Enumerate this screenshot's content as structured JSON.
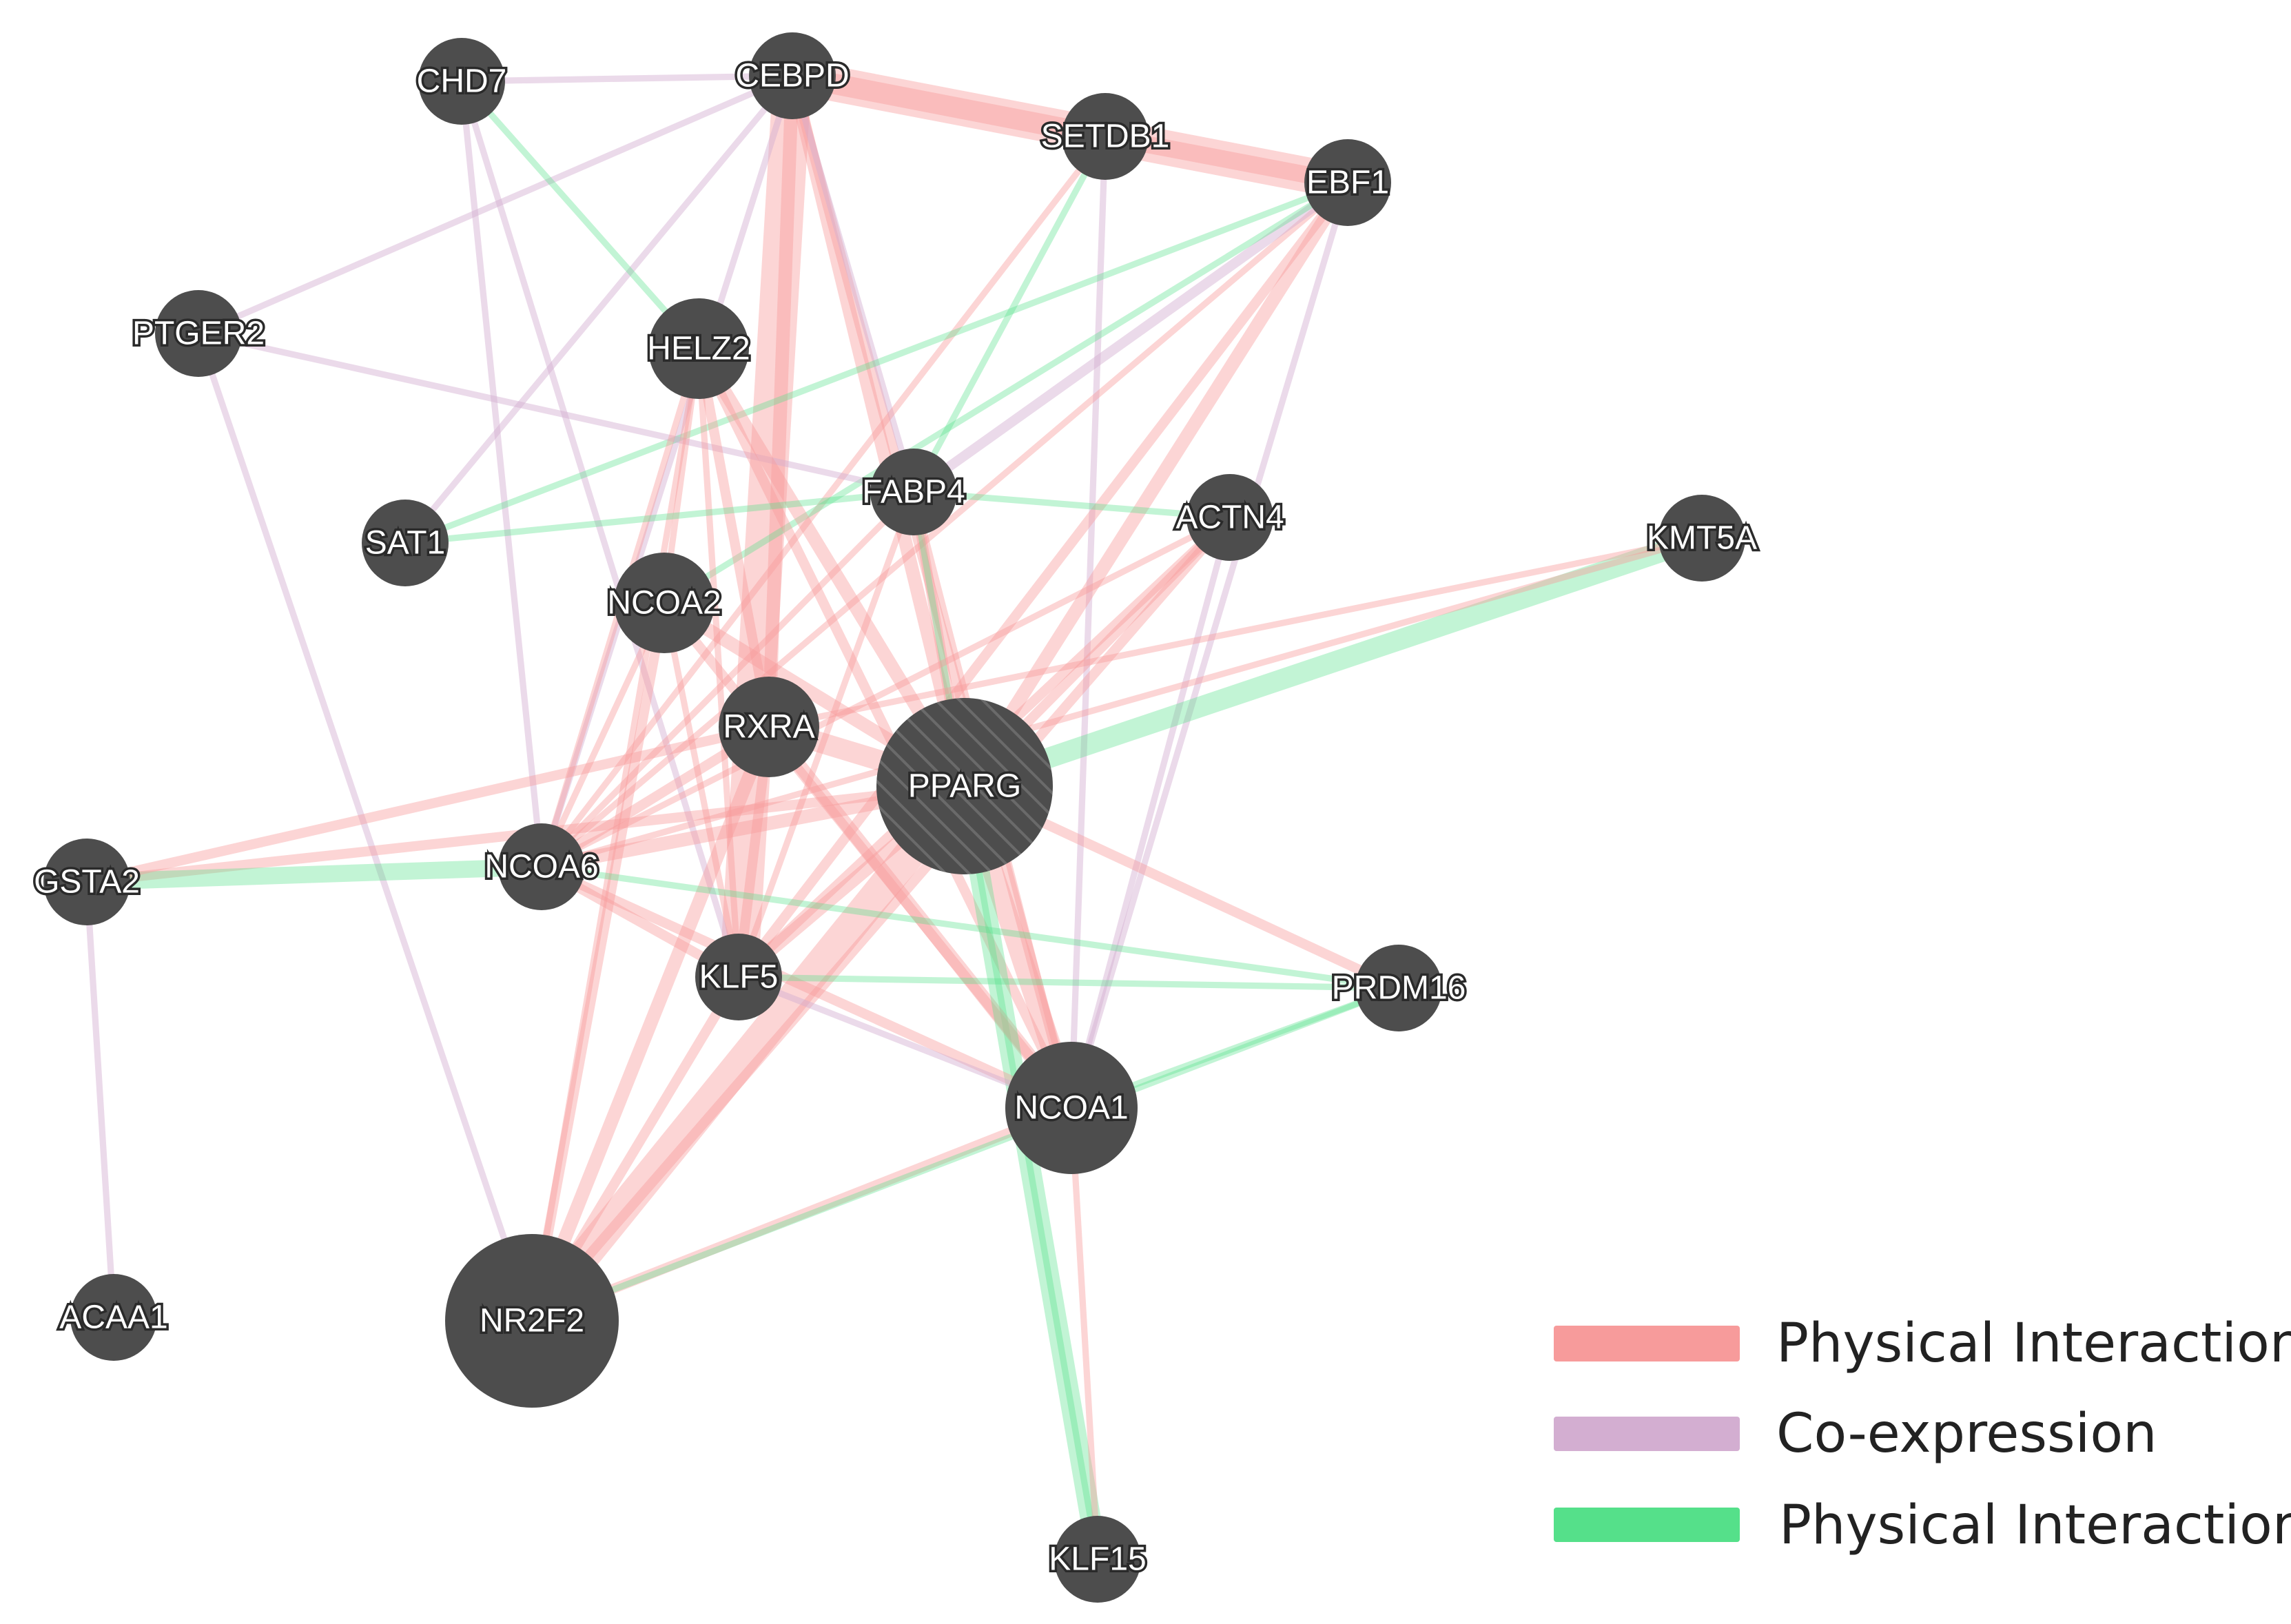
{
  "colors": {
    "physical": "#f79b9b",
    "coexpression": "#d3aed1",
    "genetic": "#55e08a",
    "node": "#4d4d4d",
    "query_hatch": "#6a6a6a"
  },
  "nodes": [
    {
      "id": "CHD7",
      "label": "CHD7",
      "size": "small"
    },
    {
      "id": "CEBPD",
      "label": "CEBPD",
      "size": "small"
    },
    {
      "id": "SETDB1",
      "label": "SETDB1",
      "size": "small"
    },
    {
      "id": "EBF1",
      "label": "EBF1",
      "size": "small"
    },
    {
      "id": "PTGER2",
      "label": "PTGER2",
      "size": "small"
    },
    {
      "id": "HELZ2",
      "label": "HELZ2",
      "size": "medium"
    },
    {
      "id": "SAT1",
      "label": "SAT1",
      "size": "small"
    },
    {
      "id": "FABP4",
      "label": "FABP4",
      "size": "small"
    },
    {
      "id": "ACTN4",
      "label": "ACTN4",
      "size": "small"
    },
    {
      "id": "KMT5A",
      "label": "KMT5A",
      "size": "small"
    },
    {
      "id": "NCOA2",
      "label": "NCOA2",
      "size": "medium"
    },
    {
      "id": "RXRA",
      "label": "RXRA",
      "size": "medium"
    },
    {
      "id": "PPARG",
      "label": "PPARG",
      "size": "query"
    },
    {
      "id": "GSTA2",
      "label": "GSTA2",
      "size": "small"
    },
    {
      "id": "NCOA6",
      "label": "NCOA6",
      "size": "small"
    },
    {
      "id": "KLF5",
      "label": "KLF5",
      "size": "small"
    },
    {
      "id": "PRDM16",
      "label": "PRDM16",
      "size": "small"
    },
    {
      "id": "NCOA1",
      "label": "NCOA1",
      "size": "large"
    },
    {
      "id": "ACAA1",
      "label": "ACAA1",
      "size": "small"
    },
    {
      "id": "NR2F2",
      "label": "NR2F2",
      "size": "xlarge"
    },
    {
      "id": "KLF15",
      "label": "KLF15",
      "size": "small"
    }
  ],
  "edges": [
    {
      "source": "CEBPD",
      "target": "EBF1",
      "type": "physical",
      "weight": 9
    },
    {
      "source": "CEBPD",
      "target": "SETDB1",
      "type": "physical",
      "weight": 5
    },
    {
      "source": "SETDB1",
      "target": "EBF1",
      "type": "physical",
      "weight": 4
    },
    {
      "source": "CEBPD",
      "target": "KLF5",
      "type": "physical",
      "weight": 10
    },
    {
      "source": "CEBPD",
      "target": "RXRA",
      "type": "physical",
      "weight": 3
    },
    {
      "source": "CEBPD",
      "target": "PPARG",
      "type": "physical",
      "weight": 3
    },
    {
      "source": "CEBPD",
      "target": "NCOA1",
      "type": "physical",
      "weight": 2
    },
    {
      "source": "CEBPD",
      "target": "FABP4",
      "type": "coexpression",
      "weight": 1
    },
    {
      "source": "CEBPD",
      "target": "CHD7",
      "type": "coexpression",
      "weight": 1
    },
    {
      "source": "CEBPD",
      "target": "PTGER2",
      "type": "coexpression",
      "weight": 1
    },
    {
      "source": "CEBPD",
      "target": "SAT1",
      "type": "coexpression",
      "weight": 1
    },
    {
      "source": "CEBPD",
      "target": "NCOA6",
      "type": "coexpression",
      "weight": 1
    },
    {
      "source": "CHD7",
      "target": "NCOA6",
      "type": "coexpression",
      "weight": 1
    },
    {
      "source": "CHD7",
      "target": "HELZ2",
      "type": "genetic",
      "weight": 1
    },
    {
      "source": "CHD7",
      "target": "KLF5",
      "type": "coexpression",
      "weight": 1
    },
    {
      "source": "SETDB1",
      "target": "NCOA6",
      "type": "physical",
      "weight": 1
    },
    {
      "source": "SETDB1",
      "target": "FABP4",
      "type": "genetic",
      "weight": 1
    },
    {
      "source": "SETDB1",
      "target": "NCOA1",
      "type": "coexpression",
      "weight": 1
    },
    {
      "source": "EBF1",
      "target": "PPARG",
      "type": "physical",
      "weight": 3
    },
    {
      "source": "EBF1",
      "target": "KLF5",
      "type": "physical",
      "weight": 2
    },
    {
      "source": "EBF1",
      "target": "NCOA6",
      "type": "physical",
      "weight": 1
    },
    {
      "source": "EBF1",
      "target": "FABP4",
      "type": "coexpression",
      "weight": 2
    },
    {
      "source": "EBF1",
      "target": "NCOA1",
      "type": "coexpression",
      "weight": 1
    },
    {
      "source": "EBF1",
      "target": "SAT1",
      "type": "genetic",
      "weight": 1
    },
    {
      "source": "EBF1",
      "target": "NCOA2",
      "type": "genetic",
      "weight": 1
    },
    {
      "source": "PTGER2",
      "target": "NR2F2",
      "type": "coexpression",
      "weight": 1
    },
    {
      "source": "PTGER2",
      "target": "FABP4",
      "type": "coexpression",
      "weight": 1
    },
    {
      "source": "HELZ2",
      "target": "PPARG",
      "type": "physical",
      "weight": 3
    },
    {
      "source": "HELZ2",
      "target": "NCOA1",
      "type": "physical",
      "weight": 2
    },
    {
      "source": "HELZ2",
      "target": "RXRA",
      "type": "physical",
      "weight": 2
    },
    {
      "source": "HELZ2",
      "target": "NCOA6",
      "type": "physical",
      "weight": 1
    },
    {
      "source": "HELZ2",
      "target": "KLF5",
      "type": "physical",
      "weight": 1
    },
    {
      "source": "HELZ2",
      "target": "NR2F2",
      "type": "physical",
      "weight": 1
    },
    {
      "source": "HELZ2",
      "target": "NCOA2",
      "type": "physical",
      "weight": 1
    },
    {
      "source": "SAT1",
      "target": "FABP4",
      "type": "genetic",
      "weight": 1
    },
    {
      "source": "FABP4",
      "target": "PPARG",
      "type": "physical",
      "weight": 2
    },
    {
      "source": "FABP4",
      "target": "NCOA6",
      "type": "physical",
      "weight": 1
    },
    {
      "source": "FABP4",
      "target": "KLF5",
      "type": "physical",
      "weight": 1
    },
    {
      "source": "FABP4",
      "target": "ACTN4",
      "type": "genetic",
      "weight": 1
    },
    {
      "source": "FABP4",
      "target": "KLF15",
      "type": "genetic",
      "weight": 1
    },
    {
      "source": "FABP4",
      "target": "NCOA1",
      "type": "physical",
      "weight": 1
    },
    {
      "source": "ACTN4",
      "target": "PPARG",
      "type": "physical",
      "weight": 2
    },
    {
      "source": "ACTN4",
      "target": "NCOA6",
      "type": "physical",
      "weight": 1
    },
    {
      "source": "ACTN4",
      "target": "KLF5",
      "type": "physical",
      "weight": 2
    },
    {
      "source": "ACTN4",
      "target": "NR2F2",
      "type": "physical",
      "weight": 2
    },
    {
      "source": "ACTN4",
      "target": "NCOA1",
      "type": "coexpression",
      "weight": 1
    },
    {
      "source": "KMT5A",
      "target": "PPARG",
      "type": "genetic",
      "weight": 5
    },
    {
      "source": "KMT5A",
      "target": "NCOA6",
      "type": "physical",
      "weight": 1
    },
    {
      "source": "KMT5A",
      "target": "RXRA",
      "type": "physical",
      "weight": 1
    },
    {
      "source": "NCOA2",
      "target": "PPARG",
      "type": "physical",
      "weight": 3
    },
    {
      "source": "NCOA2",
      "target": "NCOA1",
      "type": "physical",
      "weight": 2
    },
    {
      "source": "NCOA2",
      "target": "NR2F2",
      "type": "physical",
      "weight": 2
    },
    {
      "source": "NCOA2",
      "target": "NCOA6",
      "type": "physical",
      "weight": 1
    },
    {
      "source": "NCOA2",
      "target": "KLF5",
      "type": "physical",
      "weight": 1
    },
    {
      "source": "RXRA",
      "target": "PPARG",
      "type": "physical",
      "weight": 5
    },
    {
      "source": "RXRA",
      "target": "NCOA1",
      "type": "physical",
      "weight": 3
    },
    {
      "source": "RXRA",
      "target": "NCOA6",
      "type": "physical",
      "weight": 2
    },
    {
      "source": "RXRA",
      "target": "KLF5",
      "type": "physical",
      "weight": 2
    },
    {
      "source": "RXRA",
      "target": "NR2F2",
      "type": "physical",
      "weight": 3
    },
    {
      "source": "PPARG",
      "target": "NR2F2",
      "type": "physical",
      "weight": 8
    },
    {
      "source": "PPARG",
      "target": "NCOA1",
      "type": "physical",
      "weight": 5
    },
    {
      "source": "PPARG",
      "target": "NCOA6",
      "type": "physical",
      "weight": 3
    },
    {
      "source": "PPARG",
      "target": "KLF5",
      "type": "physical",
      "weight": 3
    },
    {
      "source": "PPARG",
      "target": "GSTA2",
      "type": "physical",
      "weight": 2
    },
    {
      "source": "PPARG",
      "target": "PRDM16",
      "type": "physical",
      "weight": 2
    },
    {
      "source": "PPARG",
      "target": "KLF15",
      "type": "genetic",
      "weight": 5
    },
    {
      "source": "GSTA2",
      "target": "NCOA6",
      "type": "genetic",
      "weight": 4
    },
    {
      "source": "GSTA2",
      "target": "RXRA",
      "type": "physical",
      "weight": 2
    },
    {
      "source": "GSTA2",
      "target": "ACAA1",
      "type": "coexpression",
      "weight": 1
    },
    {
      "source": "NCOA6",
      "target": "NCOA1",
      "type": "physical",
      "weight": 2
    },
    {
      "source": "NCOA6",
      "target": "KLF5",
      "type": "physical",
      "weight": 2
    },
    {
      "source": "NCOA6",
      "target": "PRDM16",
      "type": "genetic",
      "weight": 1
    },
    {
      "source": "KLF5",
      "target": "NCOA1",
      "type": "coexpression",
      "weight": 1
    },
    {
      "source": "KLF5",
      "target": "NR2F2",
      "type": "physical",
      "weight": 2
    },
    {
      "source": "KLF5",
      "target": "PRDM16",
      "type": "genetic",
      "weight": 1
    },
    {
      "source": "NCOA1",
      "target": "NR2F2",
      "type": "physical",
      "weight": 2
    },
    {
      "source": "NCOA1",
      "target": "PRDM16",
      "type": "genetic",
      "weight": 1
    },
    {
      "source": "NCOA1",
      "target": "KLF15",
      "type": "physical",
      "weight": 1
    },
    {
      "source": "PRDM16",
      "target": "NR2F2",
      "type": "genetic",
      "weight": 1
    }
  ],
  "legend": [
    {
      "label": "Physical Interactions",
      "type": "physical"
    },
    {
      "label": "Co-expression",
      "type": "coexpression"
    },
    {
      "label": "Physical Interactions",
      "type": "genetic"
    }
  ]
}
